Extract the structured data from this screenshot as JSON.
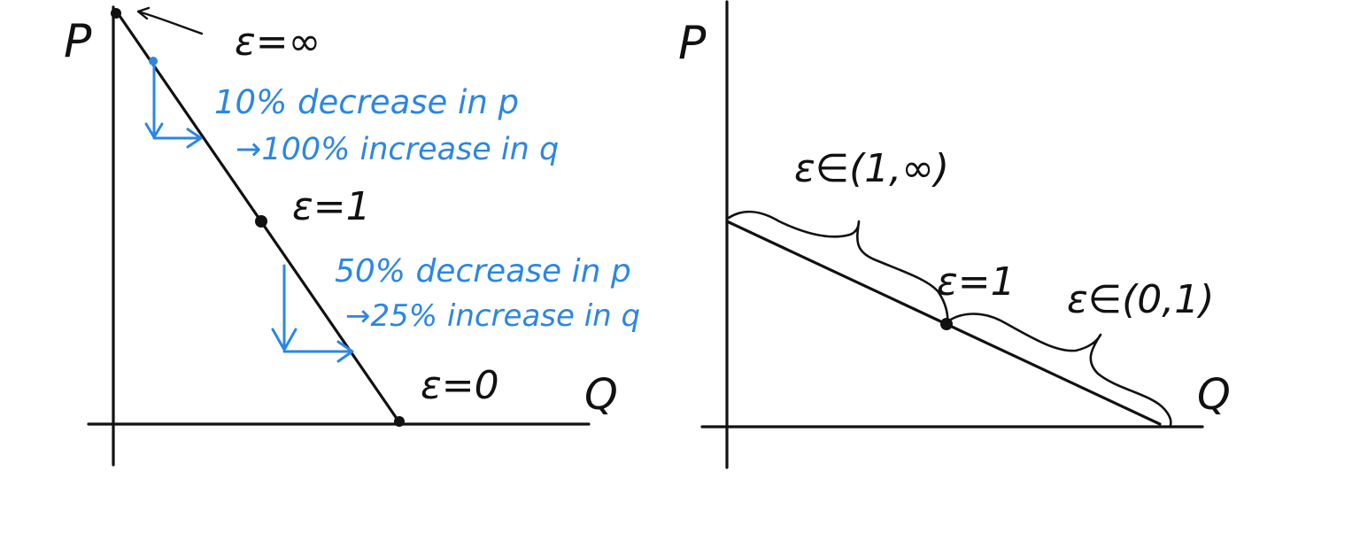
{
  "left_panel": {
    "y_axis_label": "P",
    "x_axis_label": "Q",
    "eps_top": "ε=∞",
    "eps_mid": "ε=1",
    "eps_bottom": "ε=0",
    "note_upper_line1": "10% decrease in p",
    "note_upper_line2": "→100% increase in q",
    "note_lower_line1": "50% decrease in p",
    "note_lower_line2": "→25% increase in q"
  },
  "right_panel": {
    "y_axis_label": "P",
    "x_axis_label": "Q",
    "eps_upper_range": "ε∈(1,∞)",
    "eps_mid": "ε=1",
    "eps_lower_range": "ε∈(0,1)"
  },
  "colors": {
    "ink": "#111111",
    "annotation_blue": "#2b86e6",
    "background": "#ffffff"
  }
}
